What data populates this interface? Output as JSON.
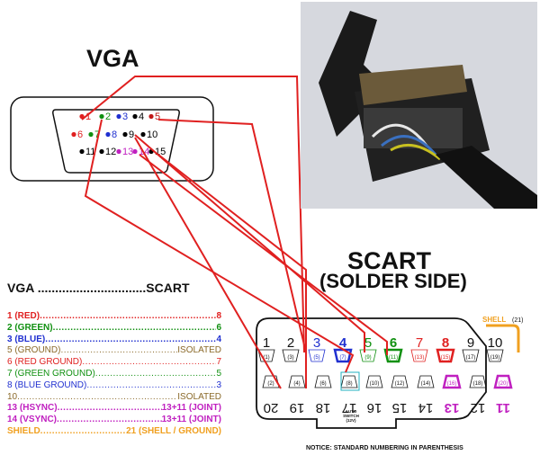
{
  "vga_title": "VGA",
  "scart_title": "SCART",
  "solder_side": "(SOLDER SIDE)",
  "table_header": "VGA ...............................SCART",
  "vga_pins": [
    {
      "label": "1",
      "color": "#e02020"
    },
    {
      "label": "2",
      "color": "#109010"
    },
    {
      "label": "3",
      "color": "#2030d0"
    },
    {
      "label": "4",
      "color": "#000000"
    },
    {
      "label": "5",
      "color": "#c01818"
    },
    {
      "label": "6",
      "color": "#e02020"
    },
    {
      "label": "7",
      "color": "#109010"
    },
    {
      "label": "8",
      "color": "#2030d0"
    },
    {
      "label": "9",
      "color": "#000000"
    },
    {
      "label": "10",
      "color": "#000000"
    },
    {
      "label": "11",
      "color": "#000000"
    },
    {
      "label": "12",
      "color": "#000000"
    },
    {
      "label": "13",
      "color": "#c020c0"
    },
    {
      "label": "14",
      "color": "#c020c0"
    },
    {
      "label": "15",
      "color": "#000000"
    }
  ],
  "legend": [
    {
      "label": "1 (RED)",
      "value": "8",
      "color": "#e02020",
      "bold": true
    },
    {
      "label": "2 (GREEN)",
      "value": "6",
      "color": "#109010",
      "bold": true
    },
    {
      "label": "3 (BLUE)",
      "value": "4",
      "color": "#2030d0",
      "bold": true
    },
    {
      "label": "5 (GROUND)",
      "value": "ISOLATED",
      "color": "#8b6a2a",
      "bold": false
    },
    {
      "label": "6 (RED GROUND)",
      "value": "7",
      "color": "#e02020",
      "bold": false
    },
    {
      "label": "7 (GREEN GROUND)",
      "value": "5",
      "color": "#109010",
      "bold": false
    },
    {
      "label": "8 (BLUE GROUND)",
      "value": "3",
      "color": "#2030d0",
      "bold": false
    },
    {
      "label": "10",
      "value": "ISOLATED",
      "color": "#8b6a2a",
      "bold": false
    },
    {
      "label": "13 (HSYNC)",
      "value": "13+11 (JOINT)",
      "color": "#c020c0",
      "bold": true
    },
    {
      "label": "14 (VSYNC)",
      "value": "13+11 (JOINT)",
      "color": "#c020c0",
      "bold": true
    },
    {
      "label": "SHIELD",
      "value": "21 (SHELL / GROUND)",
      "color": "#f0a020",
      "bold": true
    }
  ],
  "scart_top_big": [
    {
      "label": "1",
      "color": "#111111",
      "bold": false
    },
    {
      "label": "2",
      "color": "#111111",
      "bold": false
    },
    {
      "label": "3",
      "color": "#2030d0",
      "bold": false
    },
    {
      "label": "4",
      "color": "#2030d0",
      "bold": true
    },
    {
      "label": "5",
      "color": "#109010",
      "bold": false
    },
    {
      "label": "6",
      "color": "#109010",
      "bold": true
    },
    {
      "label": "7",
      "color": "#e02020",
      "bold": false
    },
    {
      "label": "8",
      "color": "#e02020",
      "bold": true
    },
    {
      "label": "9",
      "color": "#111111",
      "bold": false
    },
    {
      "label": "10",
      "color": "#111111",
      "bold": false
    }
  ],
  "scart_top_small": [
    {
      "label": "(1)",
      "color": "#111111"
    },
    {
      "label": "(3)",
      "color": "#111111"
    },
    {
      "label": "(5)",
      "color": "#2030d0"
    },
    {
      "label": "(7)",
      "color": "#2030d0"
    },
    {
      "label": "(9)",
      "color": "#109010"
    },
    {
      "label": "(11)",
      "color": "#109010"
    },
    {
      "label": "(13)",
      "color": "#e02020"
    },
    {
      "label": "(15)",
      "color": "#e02020"
    },
    {
      "label": "(17)",
      "color": "#111111"
    },
    {
      "label": "(19)",
      "color": "#111111"
    }
  ],
  "scart_bottom_big": [
    {
      "label": "20",
      "color": "#111111",
      "bold": false
    },
    {
      "label": "19",
      "color": "#111111",
      "bold": false
    },
    {
      "label": "18",
      "color": "#111111",
      "bold": false
    },
    {
      "label": "17",
      "color": "#111111",
      "bold": false
    },
    {
      "label": "16",
      "color": "#111111",
      "bold": false
    },
    {
      "label": "15",
      "color": "#111111",
      "bold": false
    },
    {
      "label": "14",
      "color": "#111111",
      "bold": false
    },
    {
      "label": "13",
      "color": "#c020c0",
      "bold": true
    },
    {
      "label": "12",
      "color": "#111111",
      "bold": false
    },
    {
      "label": "11",
      "color": "#c020c0",
      "bold": true
    }
  ],
  "scart_bottom_small": [
    {
      "label": "(2)",
      "color": "#111111"
    },
    {
      "label": "(4)",
      "color": "#111111"
    },
    {
      "label": "(6)",
      "color": "#111111"
    },
    {
      "label": "(8)",
      "color": "#111111"
    },
    {
      "label": "(10)",
      "color": "#111111"
    },
    {
      "label": "(12)",
      "color": "#111111"
    },
    {
      "label": "(14)",
      "color": "#111111"
    },
    {
      "label": "(16)",
      "color": "#c020c0"
    },
    {
      "label": "(18)",
      "color": "#111111"
    },
    {
      "label": "(20)",
      "color": "#c020c0"
    }
  ],
  "auto_switch": "AUTO SWITCH (12V)",
  "shell_label": "SHELL",
  "shell_pin": "(21)",
  "notice": "NOTICE: STANDARD NUMBERING IN PARENTHESIS",
  "wire_color": "#e02020",
  "shell_color": "#f0a020"
}
